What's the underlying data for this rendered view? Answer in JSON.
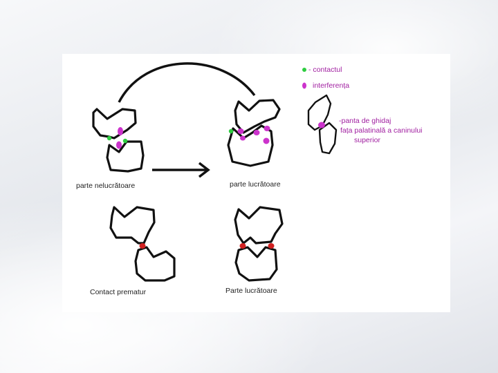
{
  "colors": {
    "contact": "#2ecc40",
    "interference": "#cc33cc",
    "premature": "#d02020",
    "text_legend": "#a01ea0"
  },
  "legend": {
    "contact_label": "- contactul",
    "interference_label": "interferența"
  },
  "labels": {
    "non_working_side": "parte nelucrătoare",
    "working_side_top": "parte lucrătoare",
    "premature_contact": "Contact prematur",
    "working_side_bottom": "Parte lucrătoare"
  },
  "canine_note": {
    "line1": "-panta de ghidaj",
    "line2": "fața palatinală a caninului",
    "line3": "superior"
  }
}
